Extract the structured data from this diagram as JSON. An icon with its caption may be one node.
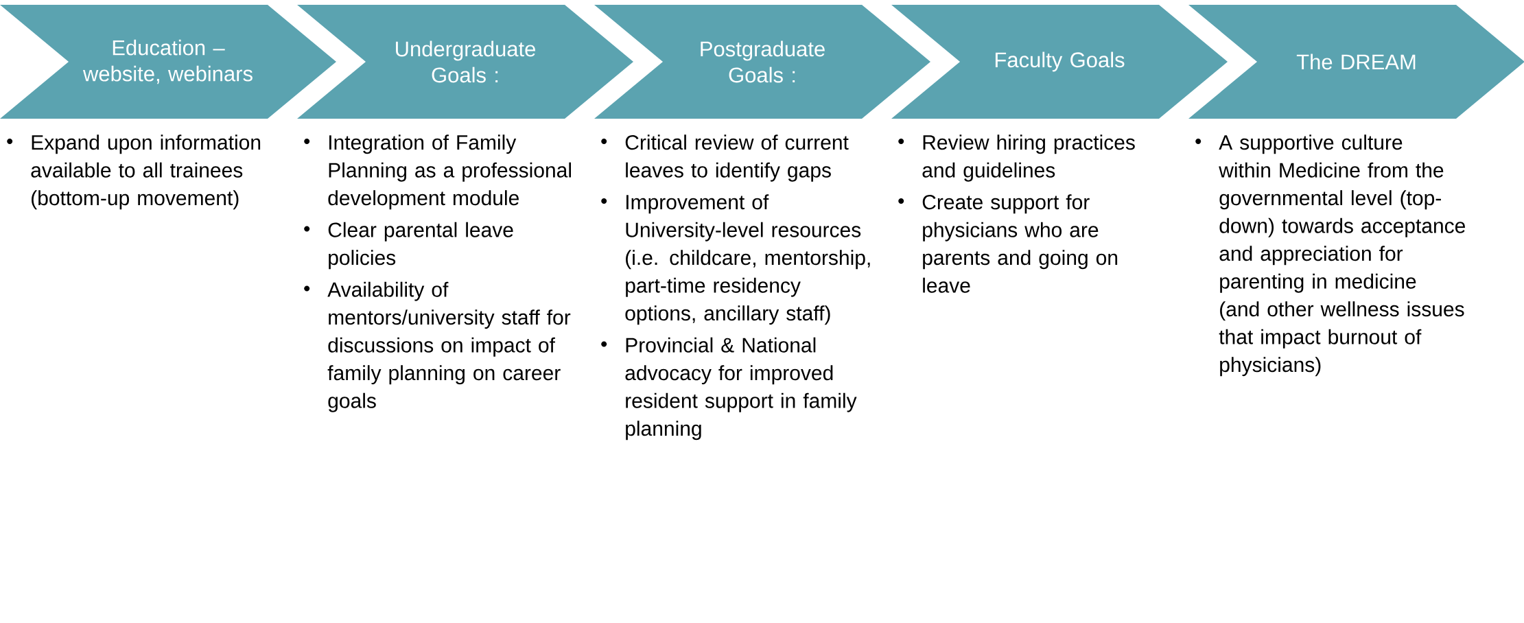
{
  "diagram": {
    "nodes": [
      {
        "text": [
          "Education – website, webinars"
        ],
        "beside": [
          "Expand upon information available to all trainees (bottom-up movement)"
        ]
      },
      {
        "text": [
          "Undergraduate Goals :"
        ],
        "beside": [
          "Integration of Family Planning as a professional development module",
          "Clear parental leave policies",
          "Availability of mentors/university staff for discussions on impact of family planning on career goals"
        ]
      },
      {
        "text": [
          "Postgraduate Goals :"
        ],
        "beside": [
          "Critical review of current leaves to identify gaps",
          "Improvement of University-level resources (i.e. childcare, mentorship, part-time residency options, ancillary staff)",
          "Provincial & National advocacy for improved resident support in family planning"
        ]
      },
      {
        "text": [
          "Faculty Goals"
        ],
        "beside": [
          "Review hiring practices and guidelines",
          "Create support for physicians who are parents and going on leave"
        ]
      },
      {
        "text": [
          "The DREAM"
        ],
        "beside": [
          "A supportive culture within Medicine from the governmental level (top-down) towards acceptance and appreciation for parenting in medicine (and other wellness issues that impact burnout of physicians)"
        ]
      }
    ]
  }
}
